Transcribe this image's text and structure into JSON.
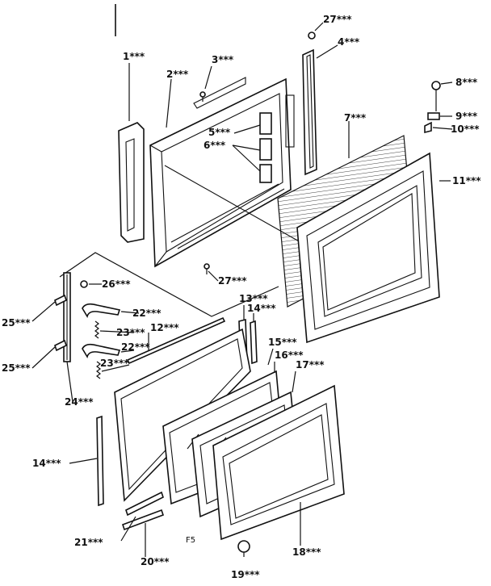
{
  "callouts": {
    "c1": "1***",
    "c2": "2***",
    "c3": "3***",
    "c4": "4***",
    "c5": "5***",
    "c6": "6***",
    "c7": "7***",
    "c8": "8***",
    "c9": "9***",
    "c10": "10***",
    "c11": "11***",
    "c12": "12***",
    "c13": "13***",
    "c14a": "14***",
    "c14b": "14***",
    "c15": "15***",
    "c16": "16***",
    "c17": "17***",
    "c18": "18***",
    "c19": "19***",
    "c20": "20***",
    "c21": "21***",
    "c22a": "22***",
    "c22b": "22***",
    "c23a": "23***",
    "c23b": "23***",
    "c24": "24***",
    "c25a": "25***",
    "c25b": "25***",
    "c26": "26***",
    "c27a": "27***",
    "c27b": "27***"
  },
  "note_text": "F5"
}
